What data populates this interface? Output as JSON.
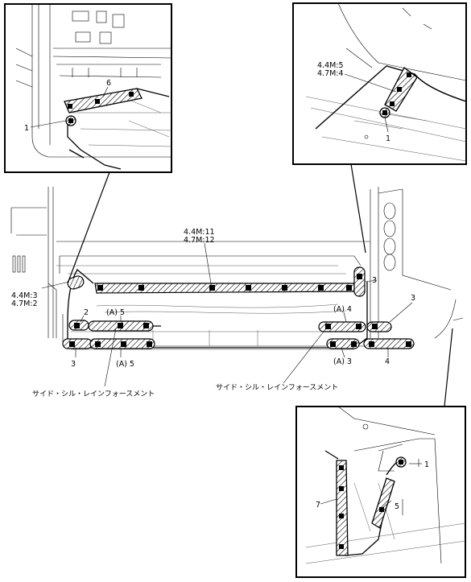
{
  "labels": {
    "inset_top_left": {
      "item_6": "6",
      "item_1": "1"
    },
    "inset_top_right": {
      "line1": "4.4M:5",
      "line2": "4.7M:4",
      "item_1": "1"
    },
    "main": {
      "top_center_line1": "4.4M:11",
      "top_center_line2": "4.7M:12",
      "left_line1": "4.4M:3",
      "left_line2": "4.7M:2",
      "item_2": "2",
      "a5_upper": "(A) 5",
      "a5_lower": "(A) 5",
      "item_3_left": "3",
      "a4": "(A) 4",
      "a3": "(A) 3",
      "item_3_right_top": "3",
      "item_3_right_mid": "3",
      "item_4": "4",
      "sill_left": "サイド・シル・レインフォースメント",
      "sill_right": "サイド・シル・レインフォースメント"
    },
    "inset_bottom_right": {
      "item_1": "1",
      "item_7": "7",
      "item_5": "5"
    }
  },
  "colors": {
    "line": "#000000",
    "background": "#ffffff",
    "hatch": "#000000"
  }
}
